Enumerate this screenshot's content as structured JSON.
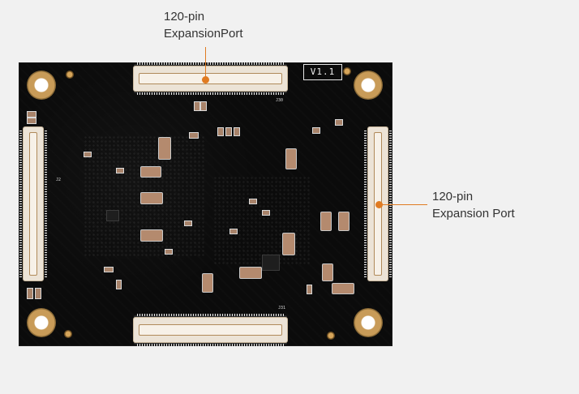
{
  "board": {
    "version_label": "V1.1",
    "connector_labels": {
      "top": "J30",
      "bottom": "J31",
      "left": "J2"
    }
  },
  "callouts": [
    {
      "line1": "120-pin",
      "line2": "ExpansionPort",
      "target": "top-connector"
    },
    {
      "line1": "120-pin",
      "line2": "Expansion Port",
      "target": "right-connector"
    }
  ],
  "accent_color": "#e07b22"
}
